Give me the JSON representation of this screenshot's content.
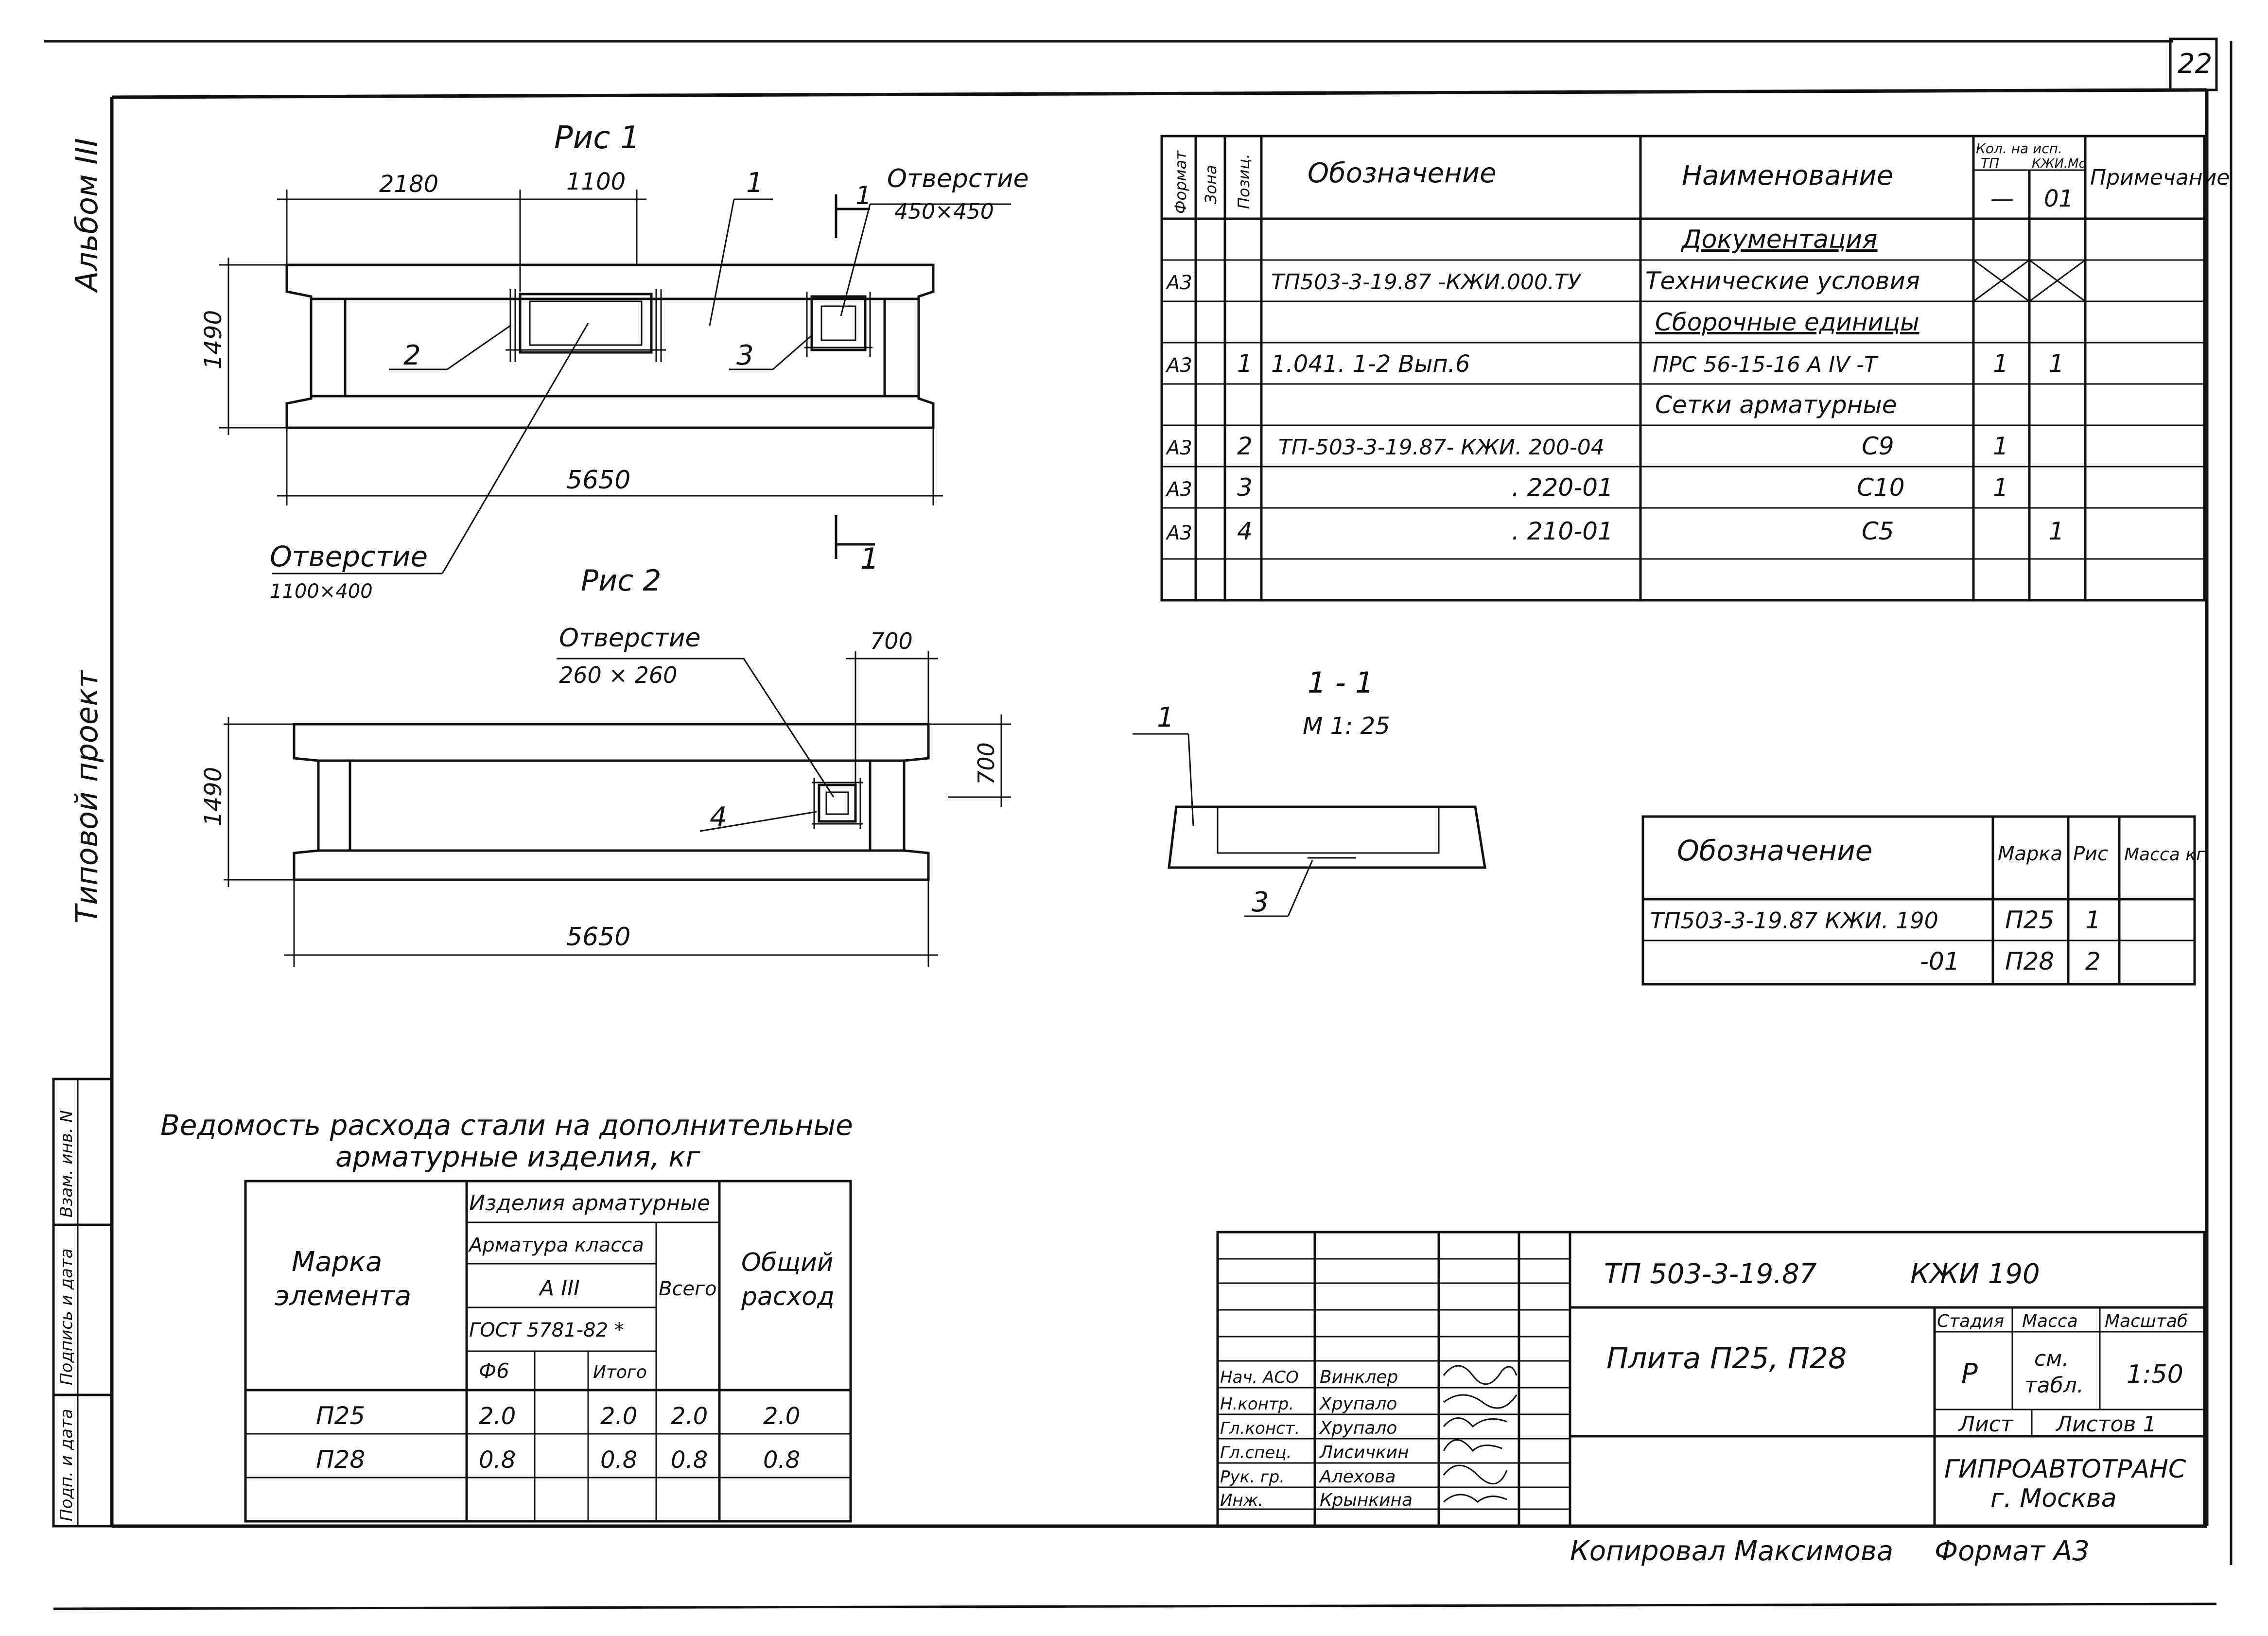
{
  "sheet": {
    "number": "22"
  },
  "side": {
    "album": "Альбом III",
    "project": "Типовой проект"
  },
  "fig1": {
    "title": "Рис 1",
    "dim_2180": "2180",
    "dim_1100": "1100",
    "dim_1490": "1490",
    "dim_5650": "5650",
    "callout_1": "1",
    "callout_2": "2",
    "callout_3": "3",
    "hole_big_label": "Отверстие",
    "hole_big_size": "1100×400",
    "hole_small_label": "Отверстие",
    "hole_small_size": "450×450",
    "section_mark": "1"
  },
  "fig2": {
    "title": "Рис 2",
    "hole_label": "Отверстие",
    "hole_size": "260 × 260",
    "dim_700a": "700",
    "dim_700b": "700",
    "dim_1490": "1490",
    "dim_5650": "5650",
    "callout_4": "4"
  },
  "section": {
    "title": "1 - 1",
    "scale": "М 1: 25",
    "callout_1": "1",
    "callout_3": "3"
  },
  "spec": {
    "headers": {
      "format": "Формат",
      "zone": "Зона",
      "pos": "Позиц.",
      "designation": "Обозначение",
      "name": "Наименование",
      "qty": "Кол. на исп.",
      "qty_tp": "ТП",
      "qty_kzhi": "КЖИ.Мо",
      "qty_dash": "—",
      "qty_01": "01",
      "note": "Примечание"
    },
    "rows": [
      {
        "format": "",
        "pos": "",
        "designation": "",
        "name": "Документация",
        "q1": "",
        "q2": ""
      },
      {
        "format": "А3",
        "pos": "",
        "designation": "ТП503-3-19.87 -КЖИ.000.ТУ",
        "name": "Технические условия",
        "q1": "",
        "q2": ""
      },
      {
        "format": "",
        "pos": "",
        "designation": "",
        "name": "Сборочные единицы",
        "q1": "",
        "q2": ""
      },
      {
        "format": "А3",
        "pos": "1",
        "designation": "1.041. 1-2 Вып.6",
        "name": "ПРС 56-15-16 А IV -Т",
        "q1": "1",
        "q2": "1"
      },
      {
        "format": "",
        "pos": "",
        "designation": "",
        "name": "Сетки арматурные",
        "q1": "",
        "q2": ""
      },
      {
        "format": "А3",
        "pos": "2",
        "designation": "ТП-503-3-19.87- КЖИ. 200-04",
        "name": "С9",
        "q1": "1",
        "q2": ""
      },
      {
        "format": "А3",
        "pos": "3",
        "designation": ". 220-01",
        "name": "С10",
        "q1": "1",
        "q2": ""
      },
      {
        "format": "А3",
        "pos": "4",
        "designation": ". 210-01",
        "name": "С5",
        "q1": "",
        "q2": "1"
      }
    ]
  },
  "marks": {
    "headers": {
      "designation": "Обозначение",
      "mark": "Марка",
      "fig": "Рис",
      "mass": "Масса кг"
    },
    "rows": [
      {
        "designation": "ТП503-3-19.87 КЖИ. 190",
        "mark": "П25",
        "fig": "1",
        "mass": ""
      },
      {
        "designation": "-01",
        "mark": "П28",
        "fig": "2",
        "mass": ""
      }
    ]
  },
  "steel": {
    "title1": "Ведомость расхода стали на дополнительные",
    "title2": "арматурные изделия, кг",
    "h_mark1": "Марка",
    "h_mark2": "элемента",
    "h_products": "Изделия арматурные",
    "h_class": "Арматура класса",
    "h_a3": "А III",
    "h_gost": "ГОСТ 5781-82 *",
    "h_d6": "Ф6",
    "h_total": "Итого",
    "h_all": "Всего",
    "h_general1": "Общий",
    "h_general2": "расход",
    "rows": [
      {
        "mark": "П25",
        "d6": "2.0",
        "total": "2.0",
        "all": "2.0",
        "general": "2.0"
      },
      {
        "mark": "П28",
        "d6": "0.8",
        "total": "0.8",
        "all": "0.8",
        "general": "0.8"
      }
    ]
  },
  "left_stamp": {
    "c1": "Подп. и дата",
    "c2": "Подпись и дата",
    "c3": "Взам. инв. N"
  },
  "title_block": {
    "code": "ТП 503-3-19.87",
    "code2": "КЖИ 190",
    "name": "Плита П25, П28",
    "stage_h": "Стадия",
    "mass_h": "Масса",
    "scale_h": "Масштаб",
    "stage": "Р",
    "mass1": "см.",
    "mass2": "табл.",
    "scale": "1:50",
    "sheet": "Лист",
    "sheets": "Листов 1",
    "org1": "ГИПРОАВТОТРАНС",
    "org2": "г. Москва",
    "roles": [
      {
        "role": "Нач. АСО",
        "name": "Винклер"
      },
      {
        "role": "Н.контр.",
        "name": "Хрупало"
      },
      {
        "role": "Гл.конст.",
        "name": "Хрупало"
      },
      {
        "role": "Гл.спец.",
        "name": "Лисичкин"
      },
      {
        "role": "Рук. гр.",
        "name": "Алехова"
      },
      {
        "role": "Инж.",
        "name": "Крынкина"
      }
    ]
  },
  "footer": {
    "copied": "Копировал Максимова",
    "format": "Формат А3"
  }
}
